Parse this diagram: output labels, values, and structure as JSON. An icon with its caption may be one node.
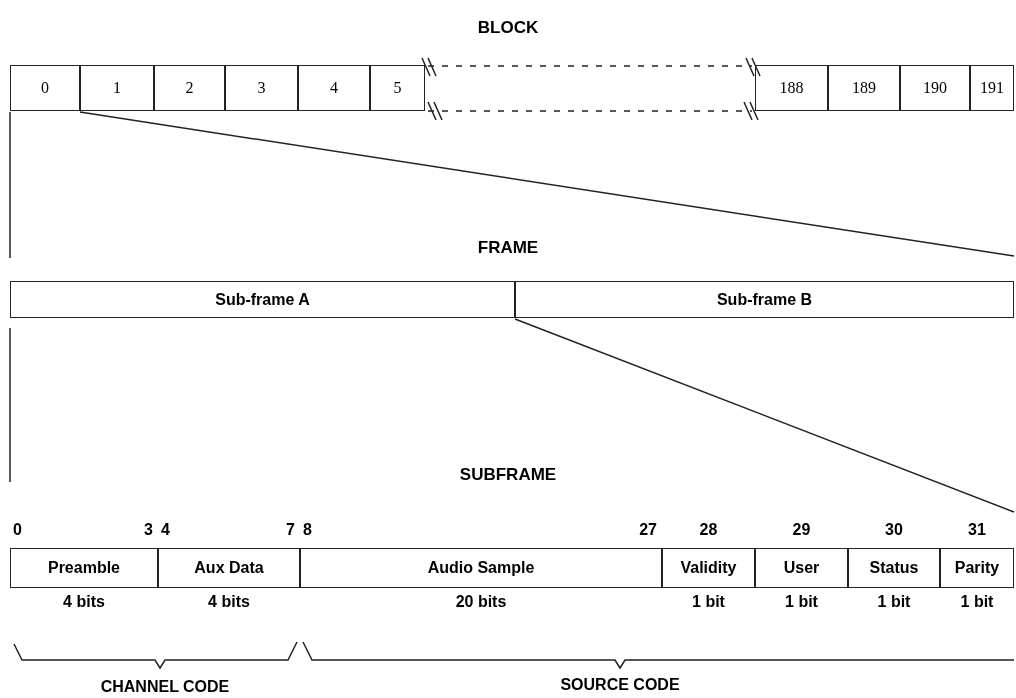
{
  "diagram": {
    "nodes": [
      {
        "text": [
          "BLOCK"
        ]
      },
      {
        "text": [
          "0"
        ],
        "in": 0
      },
      {
        "text": [
          "1"
        ],
        "in": 0
      },
      {
        "text": [
          "2"
        ],
        "in": 0
      },
      {
        "text": [
          "3"
        ],
        "in": 0
      },
      {
        "text": [
          "4"
        ],
        "in": 0
      },
      {
        "text": [
          "5"
        ],
        "in": 0
      },
      {
        "text": [
          "188"
        ],
        "in": 0
      },
      {
        "text": [
          "189"
        ],
        "in": 0
      },
      {
        "text": [
          "190"
        ],
        "in": 0
      },
      {
        "text": [
          "191"
        ],
        "in": 0
      },
      {
        "text": [
          "FRAME"
        ]
      },
      {
        "text": [
          "Sub-frame A"
        ],
        "in": 11
      },
      {
        "text": [
          "Sub-frame B"
        ],
        "in": 11
      },
      {
        "text": [
          "SUBFRAME"
        ]
      },
      {
        "text": [
          "Preamble"
        ],
        "in": 14,
        "beside": [
          "0",
          "3",
          "4 bits"
        ]
      },
      {
        "text": [
          "Aux Data"
        ],
        "in": 14,
        "beside": [
          "4",
          "7",
          "4 bits"
        ]
      },
      {
        "text": [
          "Audio Sample"
        ],
        "in": 14,
        "beside": [
          "8",
          "27",
          "20 bits"
        ]
      },
      {
        "text": [
          "Validity"
        ],
        "in": 14,
        "beside": [
          "28",
          "1 bit"
        ]
      },
      {
        "text": [
          "User"
        ],
        "in": 14,
        "beside": [
          "29",
          "1 bit"
        ]
      },
      {
        "text": [
          "Status"
        ],
        "in": 14,
        "beside": [
          "30",
          "1 bit"
        ]
      },
      {
        "text": [
          "Parity"
        ],
        "in": 14,
        "beside": [
          "31",
          "1 bit"
        ]
      }
    ],
    "edges": [
      {
        "from": 1,
        "to": 11,
        "arrow": "none"
      },
      {
        "from": 1,
        "to": 11,
        "arrow": "none"
      },
      {
        "from": 12,
        "to": 14,
        "arrow": "none"
      },
      {
        "from": 12,
        "to": 14,
        "arrow": "none"
      }
    ],
    "labels": [
      "CHANNEL CODE",
      "SOURCE CODE"
    ]
  }
}
